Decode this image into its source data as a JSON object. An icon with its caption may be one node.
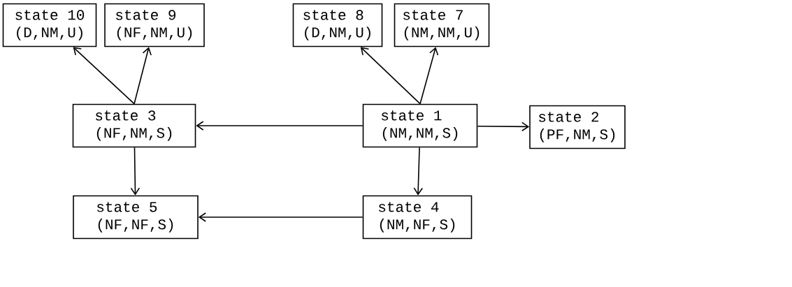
{
  "diagram": {
    "nodes": [
      {
        "text": [
          "state 10",
          "(D,NM,U)"
        ]
      },
      {
        "text": [
          "state 9",
          "(NF,NM,U)"
        ]
      },
      {
        "text": [
          "state 8",
          "(D,NM,U)"
        ]
      },
      {
        "text": [
          "state 7",
          "(NM,NM,U)"
        ]
      },
      {
        "text": [
          "state 3",
          "(NF,NM,S)"
        ]
      },
      {
        "text": [
          "state 1",
          "(NM,NM,S)"
        ]
      },
      {
        "text": [
          "state 2",
          "(PF,NM,S)"
        ]
      },
      {
        "text": [
          "state 5",
          "(NF,NF,S)"
        ]
      },
      {
        "text": [
          "state 4",
          "(NM,NF,S)"
        ]
      }
    ],
    "edges": [
      {
        "from": 4,
        "to": 0,
        "arrow": "to"
      },
      {
        "from": 4,
        "to": 1,
        "arrow": "to"
      },
      {
        "from": 5,
        "to": 2,
        "arrow": "to"
      },
      {
        "from": 5,
        "to": 3,
        "arrow": "to"
      },
      {
        "from": 5,
        "to": 4,
        "arrow": "to"
      },
      {
        "from": 5,
        "to": 6,
        "arrow": "to"
      },
      {
        "from": 4,
        "to": 7,
        "arrow": "to"
      },
      {
        "from": 5,
        "to": 8,
        "arrow": "to"
      },
      {
        "from": 8,
        "to": 7,
        "arrow": "to"
      }
    ]
  }
}
